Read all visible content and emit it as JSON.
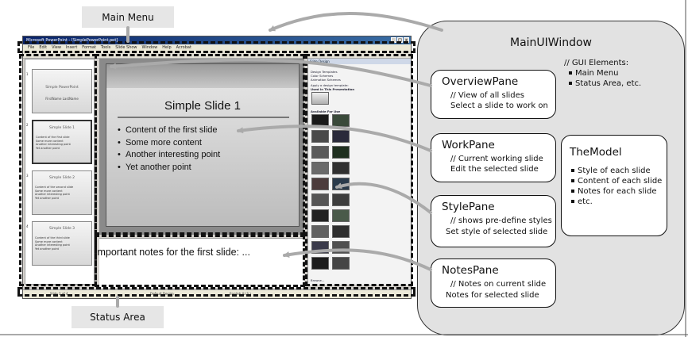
{
  "callouts": {
    "main_menu": "Main Menu",
    "status_area": "Status Area"
  },
  "app": {
    "title": "Microsoft PowerPoint - [SimplePowerPoint.ppt]",
    "window_buttons": [
      "_",
      "□",
      "x"
    ],
    "menu": [
      "File",
      "Edit",
      "View",
      "Insert",
      "Format",
      "Tools",
      "Slide Show",
      "Window",
      "Help",
      "Acrobat"
    ],
    "thumbnails": [
      {
        "num": "1",
        "title": "Simple PowerPoint",
        "subtitle": "FirstName LastName",
        "bullets": []
      },
      {
        "num": "2",
        "title": "Simple Slide 1",
        "subtitle": "",
        "bullets": [
          "Content of the first slide",
          "Some more content",
          "Another interesting point",
          "Yet another point"
        ]
      },
      {
        "num": "3",
        "title": "Simple Slide 2",
        "subtitle": "",
        "bullets": [
          "Content of the second slide",
          "Some more content",
          "Another interesting point",
          "Yet another point"
        ]
      },
      {
        "num": "4",
        "title": "Simple Slide 3",
        "subtitle": "",
        "bullets": [
          "Content of the third slide",
          "Some more content",
          "Another interesting point",
          "Yet another point"
        ]
      }
    ],
    "slide": {
      "title": "Simple Slide 1",
      "bullets": [
        "Content of the first slide",
        "Some more content",
        "Another interesting point",
        "Yet another point"
      ]
    },
    "notes": "Important notes for the first slide: ...",
    "style_pane": {
      "header": "Slide Design",
      "links": [
        "Design Templates",
        "Color Schemes",
        "Animation Schemes"
      ],
      "apply_label": "Apply a design template:",
      "used_label": "Used in This Presentation",
      "available_label": "Available For Use",
      "browse": "Browse...",
      "swatch_colors": [
        "#1a1a1a",
        "#3a4a3a",
        "#4a4a4a",
        "#2a2a3a",
        "#5a5a5a",
        "#1f2f1f",
        "#6a6a6a",
        "#303030",
        "#4c3c3c",
        "#2a3a4a",
        "#555555",
        "#3d3d3d",
        "#222222",
        "#4a5a4a",
        "#606060",
        "#2e2e2e",
        "#3a3a4a",
        "#505050",
        "#1c1c1c",
        "#454545",
        "#383838",
        "#2d3d2d",
        "#5c5c5c",
        "#262626",
        "#414141",
        "#353535",
        "#4e4e4e",
        "#2b2b2b"
      ]
    },
    "status": {
      "slide_of": "Slide 2 of 4",
      "design": "Default Design",
      "language": "English (U.S.)"
    }
  },
  "model": {
    "title": "MainUIWindow",
    "gui_comment": "// GUI Elements:",
    "gui_items": [
      "Main Menu",
      "Status Area, etc."
    ],
    "boxes": {
      "overview": {
        "title": "OverviewPane",
        "lines": [
          "// View of all slides",
          "Select a slide to work on"
        ]
      },
      "work": {
        "title": "WorkPane",
        "lines": [
          "// Current working slide",
          "Edit the selected slide"
        ]
      },
      "style": {
        "title": "StylePane",
        "lines": [
          "// shows pre-define styles",
          "Set style of selected slide"
        ]
      },
      "notes": {
        "title": "NotesPane",
        "lines": [
          "// Notes on current slide",
          "Notes for selected slide"
        ]
      },
      "model": {
        "title": "TheModel",
        "items": [
          "Style of each slide",
          "Content of each slide",
          "Notes for each slide",
          "etc."
        ]
      }
    }
  }
}
